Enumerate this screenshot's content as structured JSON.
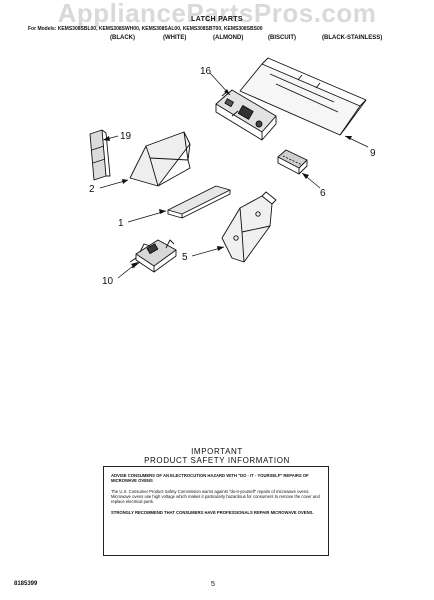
{
  "watermark": "AppliancePartsPros.com",
  "header": {
    "title": "LATCH PARTS",
    "models": "For Models: KEMS308SBL00, KEMS308SWH00, KEMS308SAL00, KEMS308SBT00, KEMS308SBS00",
    "colors": [
      "(BLACK)",
      "(WHITE)",
      "(ALMOND)",
      "(BISCUIT)",
      "(BLACK-STAINLESS)"
    ]
  },
  "callouts": [
    "16",
    "9",
    "19",
    "2",
    "6",
    "1",
    "5",
    "10"
  ],
  "safety": {
    "heading_line1": "IMPORTANT",
    "heading_line2": "PRODUCT SAFETY INFORMATION",
    "advise": "ADVISE CONSUMERS OF AN ELECTROCUTION HAZARD WITH \"DO - IT - YOURSELF\" REPAIRS OF MICROWAVE OVENS",
    "body": "The U.S. Consumer Product Safety Commission warns against \"do-it-yourself\" repairs of microwave ovens. Microwave ovens use high voltage which makes it particularly hazardous for consumers to remove the cover and replace electrical parts.",
    "strongly": "STRONGLY RECOMMEND THAT CONSUMERS HAVE PROFESSIONALS REPAIR MICROWAVE OVENS."
  },
  "footer": {
    "code": "8185399",
    "page": "5"
  }
}
